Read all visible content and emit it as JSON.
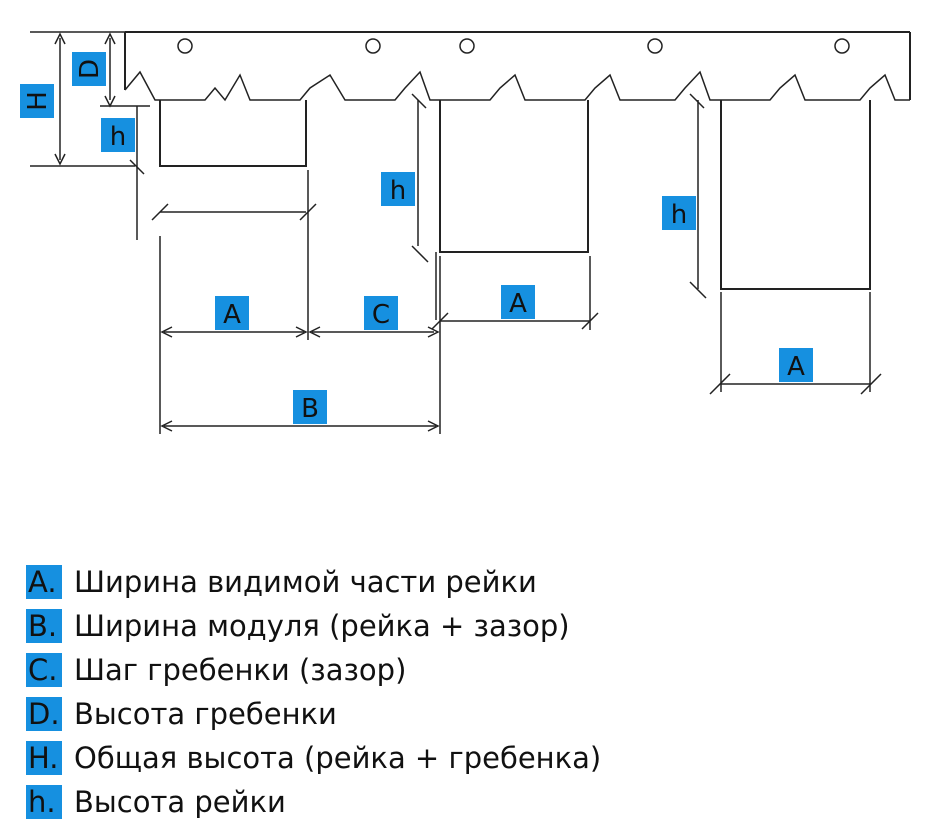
{
  "diagram": {
    "labels": {
      "A": "A",
      "B": "B",
      "C": "C",
      "D": "D",
      "H": "H",
      "h": "h"
    },
    "colors": {
      "label_background": "#1690e0",
      "line": "#222222"
    }
  },
  "legend": [
    {
      "key": "A.",
      "text": "Ширина видимой части рейки"
    },
    {
      "key": "B.",
      "text": "Ширина модуля (рейка + зазор)"
    },
    {
      "key": "C.",
      "text": "Шаг гребенки (зазор)"
    },
    {
      "key": "D.",
      "text": "Высота гребенки"
    },
    {
      "key": "H.",
      "text": "Общая высота (рейка + гребенка)"
    },
    {
      "key": "h.",
      "text": "Высота рейки"
    }
  ]
}
